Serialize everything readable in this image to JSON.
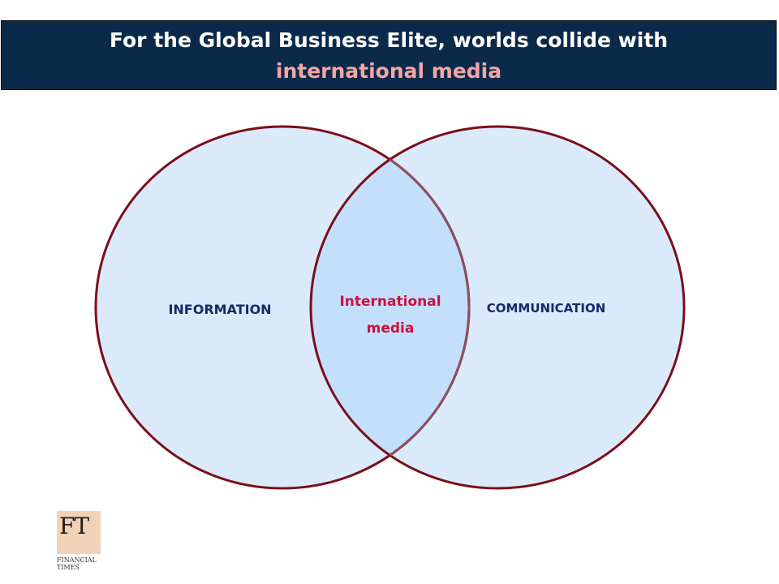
{
  "title": {
    "line1": "For the Global Business Elite, worlds collide with",
    "line2": "international media"
  },
  "venn": {
    "left_label": "INFORMATION",
    "right_label": "COMMUNICATION",
    "overlap_label_line1": "International",
    "overlap_label_line2": "media"
  },
  "logo": {
    "mark": "FT",
    "line1": "FINANCIAL",
    "line2": "TIMES"
  },
  "colors": {
    "banner_background": "#0b2a4a",
    "title_text": "#ffffff",
    "title_highlight": "#f4a6a6",
    "circle_fill": "#dbeafb",
    "overlap_fill": "#c3dffb",
    "circle_stroke": "#7a0f18",
    "overlap_stroke": "#8a5060",
    "category_label": "#142a6a",
    "overlap_label": "#cc1040",
    "logo_background": "#f1d2b6"
  }
}
